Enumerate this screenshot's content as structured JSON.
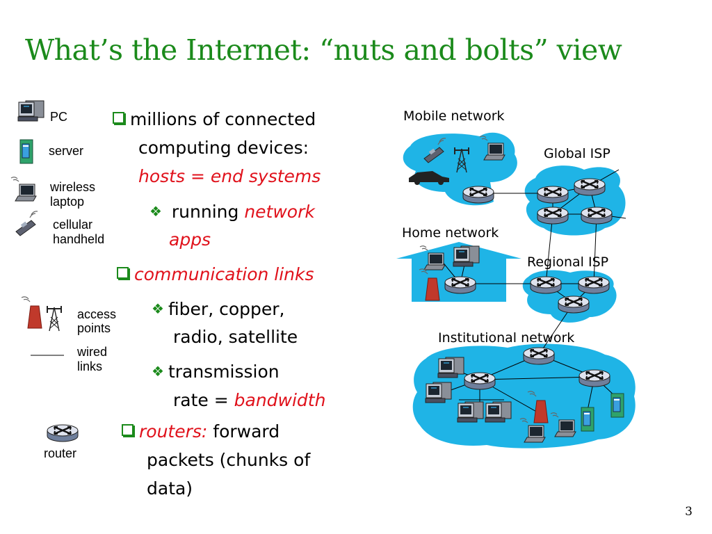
{
  "title": "What’s the Internet: “nuts and bolts” view",
  "legend": {
    "pc": "PC",
    "server": "server",
    "wireless_laptop_1": "wireless",
    "wireless_laptop_2": "laptop",
    "cellular_1": "cellular",
    "cellular_2": "handheld",
    "access_1": "access",
    "access_2": "points",
    "wired_1": "wired",
    "wired_2": "links",
    "router": "router"
  },
  "bullets": {
    "b1_line1": "millions of connected",
    "b1_line2": "computing devices:",
    "b1_line3": "hosts = end systems",
    "b1_sub_plain": "running ",
    "b1_sub_red1": "network",
    "b1_sub_red2": "apps",
    "b2": "communication links",
    "b2_sub1_line1": "fiber, copper,",
    "b2_sub1_line2": "radio, satellite",
    "b2_sub2_line1": "transmission",
    "b2_sub2_line2_plain": "rate = ",
    "b2_sub2_line2_red": "bandwidth",
    "b3_red": "routers:",
    "b3_plain1": " forward",
    "b3_line2": "packets (chunks of",
    "b3_line3": "data)"
  },
  "network": {
    "mobile": "Mobile network",
    "global": "Global ISP",
    "home": "Home network",
    "regional": "Regional ISP",
    "institutional": "Institutional network"
  },
  "colors": {
    "title": "#1b8a1b",
    "accent_red": "#e0111b",
    "cloud": "#1fb4e6"
  },
  "page_number": "3"
}
